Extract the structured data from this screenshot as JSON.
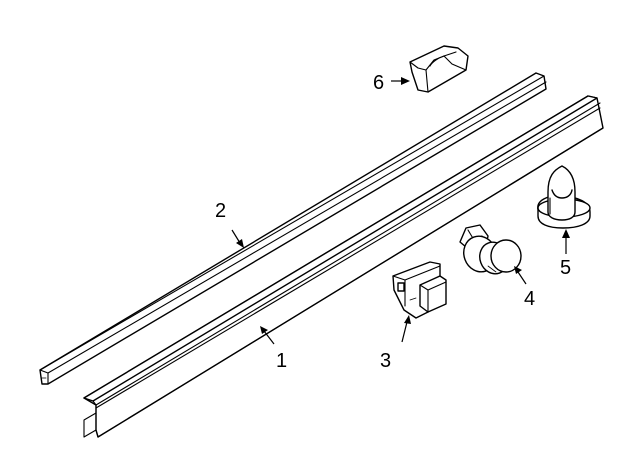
{
  "callouts": {
    "c1": "1",
    "c2": "2",
    "c3": "3",
    "c4": "4",
    "c5": "5",
    "c6": "6"
  },
  "colors": {
    "line": "#000000",
    "background": "#ffffff"
  }
}
